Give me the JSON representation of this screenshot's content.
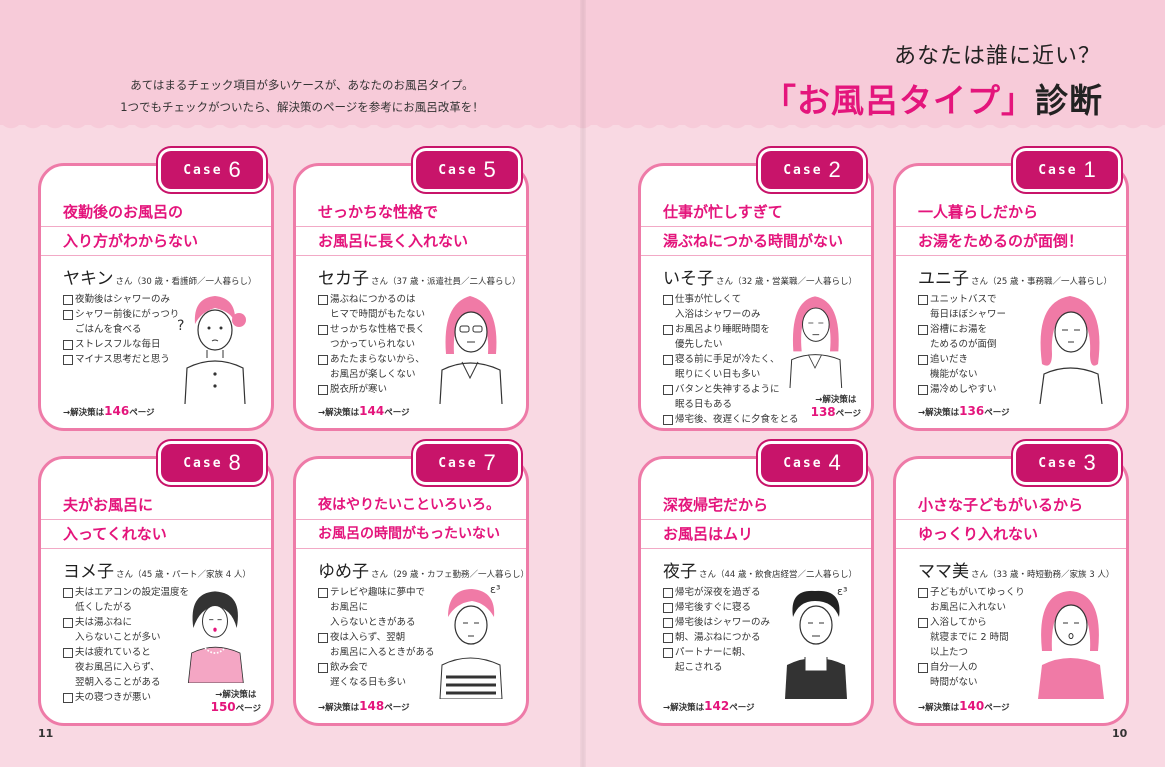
{
  "intro": {
    "line1": "あてはまるチェック項目が多いケースが、あなたのお風呂タイプ。",
    "line2": "1つでもチェックがついたら、解決策のページを参考にお風呂改革を！"
  },
  "title": {
    "sub": "あなたは誰に近い？",
    "accent": "「お風呂タイプ」",
    "suffix": "診断"
  },
  "case_label": "Case",
  "cards": {
    "case6": {
      "num": "6",
      "headline": [
        "夜勤後のお風呂の",
        "入り方がわからない"
      ],
      "name": "ヤキン",
      "meta": "さん（30 歳・看護師／一人暮らし）",
      "checks": [
        "夜勤後はシャワーのみ",
        "シャワー前後にがっつり\nごはんを食べる",
        "ストレスフルな毎日",
        "マイナス思考だと思う"
      ],
      "ref_prefix": "→解決策は",
      "page": "146",
      "ref_suffix": "ページ"
    },
    "case5": {
      "num": "5",
      "headline": [
        "せっかちな性格で",
        "お風呂に長く入れない"
      ],
      "name": "セカ子",
      "meta": "さん（37 歳・派遣社員／二人暮らし）",
      "checks": [
        "湯ぶねにつかるのは\nヒマで時間がもたない",
        "せっかちな性格で長く\nつかっていられない",
        "あたたまらないから、\nお風呂が楽しくない",
        "脱衣所が寒い"
      ],
      "ref_prefix": "→解決策は",
      "page": "144",
      "ref_suffix": "ページ"
    },
    "case2": {
      "num": "2",
      "headline": [
        "仕事が忙しすぎて",
        "湯ぶねにつかる時間がない"
      ],
      "name": "いそ子",
      "meta": "さん（32 歳・営業職／一人暮らし）",
      "checks": [
        "仕事が忙しくて\n入浴はシャワーのみ",
        "お風呂より睡眠時間を\n優先したい",
        "寝る前に手足が冷たく、\n眠りにくい日も多い",
        "バタンと失神するように\n眠る日もある",
        "帰宅後、夜遅くに夕食をとる"
      ],
      "ref_prefix": "→解決策は",
      "page": "138",
      "ref_suffix": "ページ"
    },
    "case1": {
      "num": "1",
      "headline": [
        "一人暮らしだから",
        "お湯をためるのが面倒！"
      ],
      "name": "ユニ子",
      "meta": "さん（25 歳・事務職／一人暮らし）",
      "checks": [
        "ユニットバスで\n毎日ほぼシャワー",
        "浴槽にお湯を\nためるのが面倒",
        "追いだき\n機能がない",
        "湯冷めしやすい"
      ],
      "ref_prefix": "→解決策は",
      "page": "136",
      "ref_suffix": "ページ"
    },
    "case8": {
      "num": "8",
      "headline": [
        "夫がお風呂に",
        "入ってくれない"
      ],
      "name": "ヨメ子",
      "meta": "さん（45 歳・パート／家族 4 人）",
      "checks": [
        "夫はエアコンの設定温度を\n低くしたがる",
        "夫は湯ぶねに\n入らないことが多い",
        "夫は疲れていると\n夜お風呂に入らず、\n翌朝入ることがある",
        "夫の寝つきが悪い"
      ],
      "ref_prefix": "→解決策は",
      "page": "150",
      "ref_suffix": "ページ"
    },
    "case7": {
      "num": "7",
      "headline": [
        "夜はやりたいこといろいろ。",
        "お風呂の時間がもったいない"
      ],
      "name": "ゆめ子",
      "meta": "さん（29 歳・カフェ勤務／一人暮らし）",
      "checks": [
        "テレビや趣味に夢中で\nお風呂に\n入らないときがある",
        "夜は入らず、翌朝\nお風呂に入るときがある",
        "飲み会で\n遅くなる日も多い"
      ],
      "ref_prefix": "→解決策は",
      "page": "148",
      "ref_suffix": "ページ"
    },
    "case4": {
      "num": "4",
      "headline": [
        "深夜帰宅だから",
        "お風呂はムリ"
      ],
      "name": "夜子",
      "meta": "さん（44 歳・飲食店経営／二人暮らし）",
      "checks": [
        "帰宅が深夜を過ぎる",
        "帰宅後すぐに寝る",
        "帰宅後はシャワーのみ",
        "朝、湯ぶねにつかる",
        "パートナーに朝、\n起こされる"
      ],
      "ref_prefix": "→解決策は",
      "page": "142",
      "ref_suffix": "ページ"
    },
    "case3": {
      "num": "3",
      "headline": [
        "小さな子どもがいるから",
        "ゆっくり入れない"
      ],
      "name": "ママ美",
      "meta": "さん（33 歳・時短勤務／家族 3 人）",
      "checks": [
        "子どもがいてゆっくり\nお風呂に入れない",
        "入浴してから\n就寝までに 2 時間\n以上たつ",
        "自分一人の\n時間がない"
      ],
      "ref_prefix": "→解決策は",
      "page": "140",
      "ref_suffix": "ページ"
    }
  },
  "page_left": "11",
  "page_right": "10",
  "colors": {
    "accent": "#e4157c",
    "badge": "#c8146a",
    "border": "#ee7ba8",
    "header": "#f7cbd9"
  }
}
